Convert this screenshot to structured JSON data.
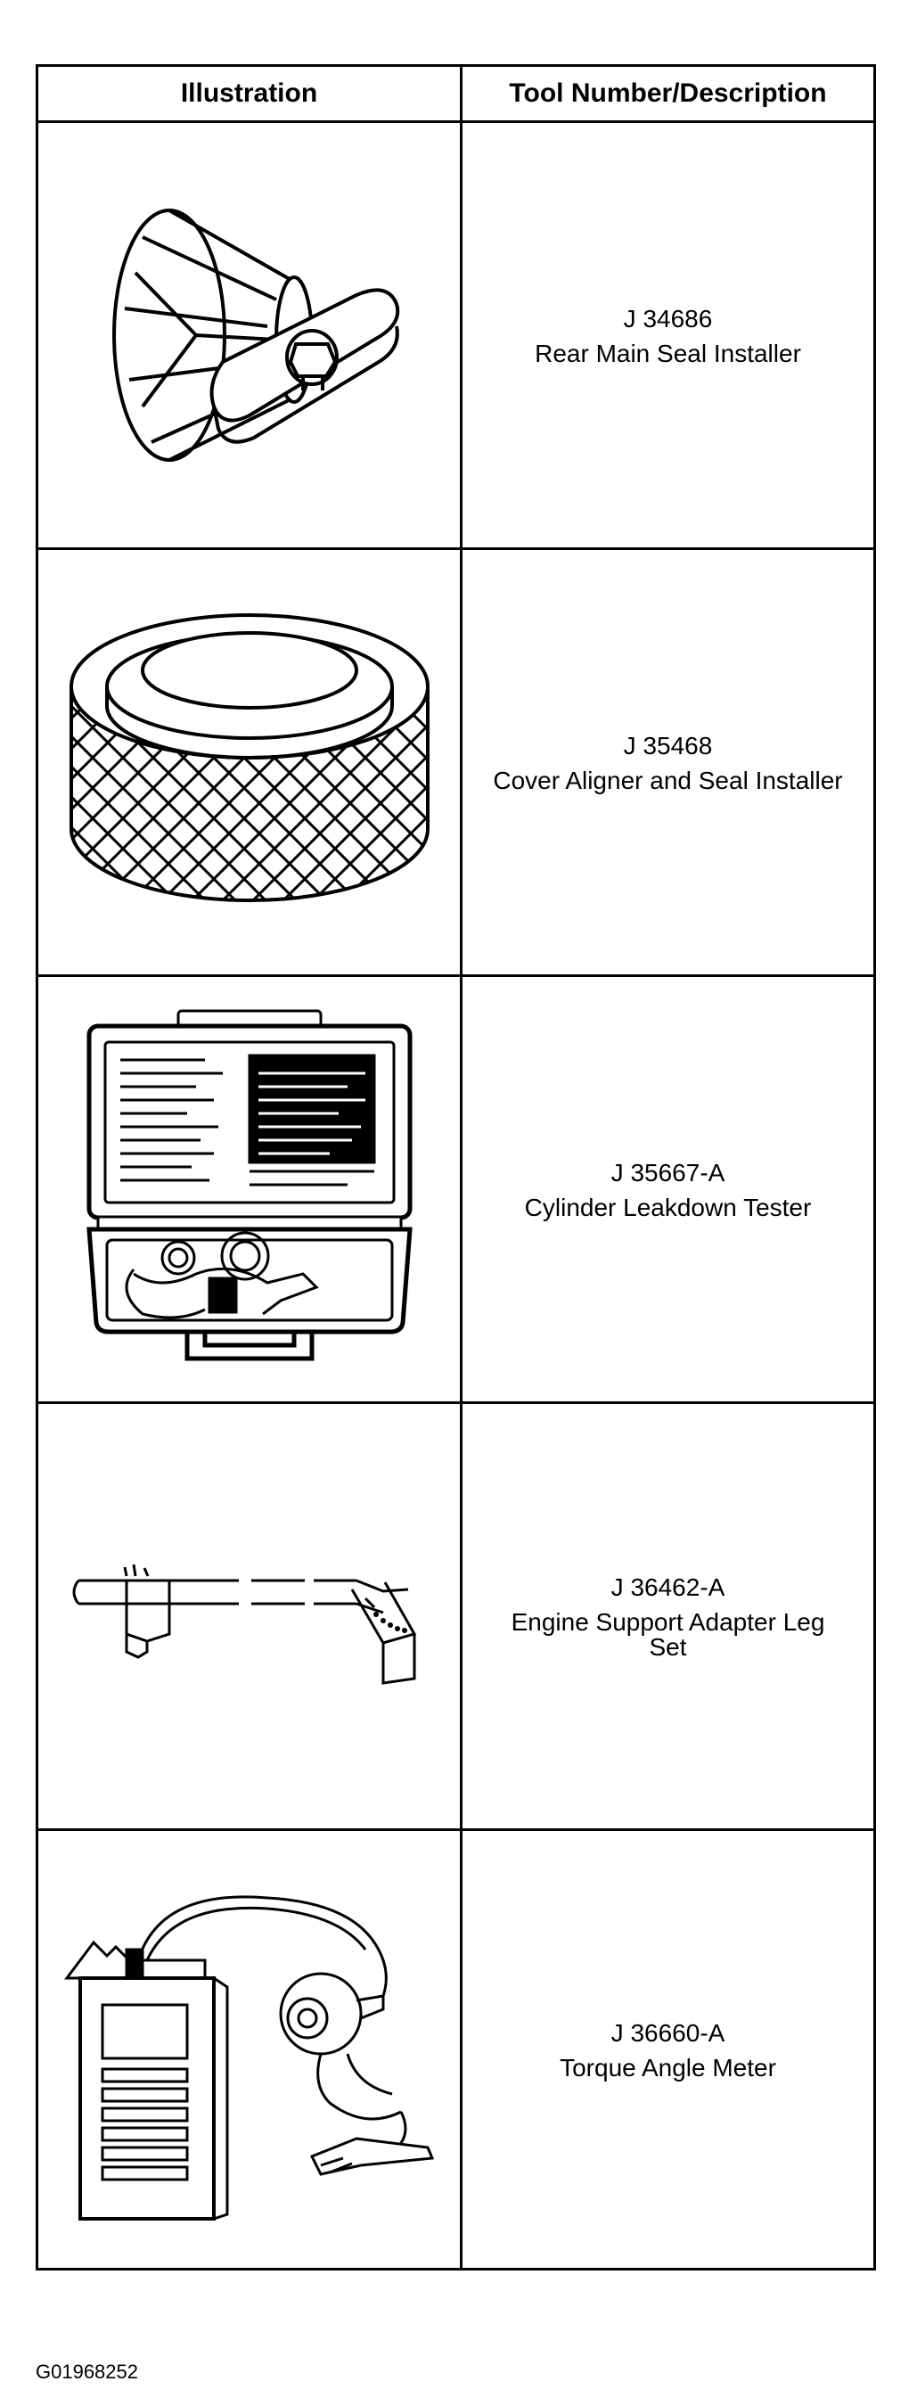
{
  "table": {
    "header": {
      "illustration": "Illustration",
      "description": "Tool Number/Description"
    },
    "rows": [
      {
        "icon": "rear-main-seal-installer-icon",
        "tool_number": "J 34686",
        "description": "Rear Main Seal Installer"
      },
      {
        "icon": "cover-aligner-seal-installer-icon",
        "tool_number": "J 35468",
        "description": "Cover Aligner and Seal Installer"
      },
      {
        "icon": "cylinder-leakdown-tester-icon",
        "tool_number": "J 35667-A",
        "description": "Cylinder Leakdown Tester"
      },
      {
        "icon": "engine-support-adapter-leg-icon",
        "tool_number": "J 36462-A",
        "description": "Engine Support Adapter Leg Set"
      },
      {
        "icon": "torque-angle-meter-icon",
        "tool_number": "J 36660-A",
        "description": "Torque Angle Meter"
      }
    ]
  },
  "figure_id": "G01968252"
}
